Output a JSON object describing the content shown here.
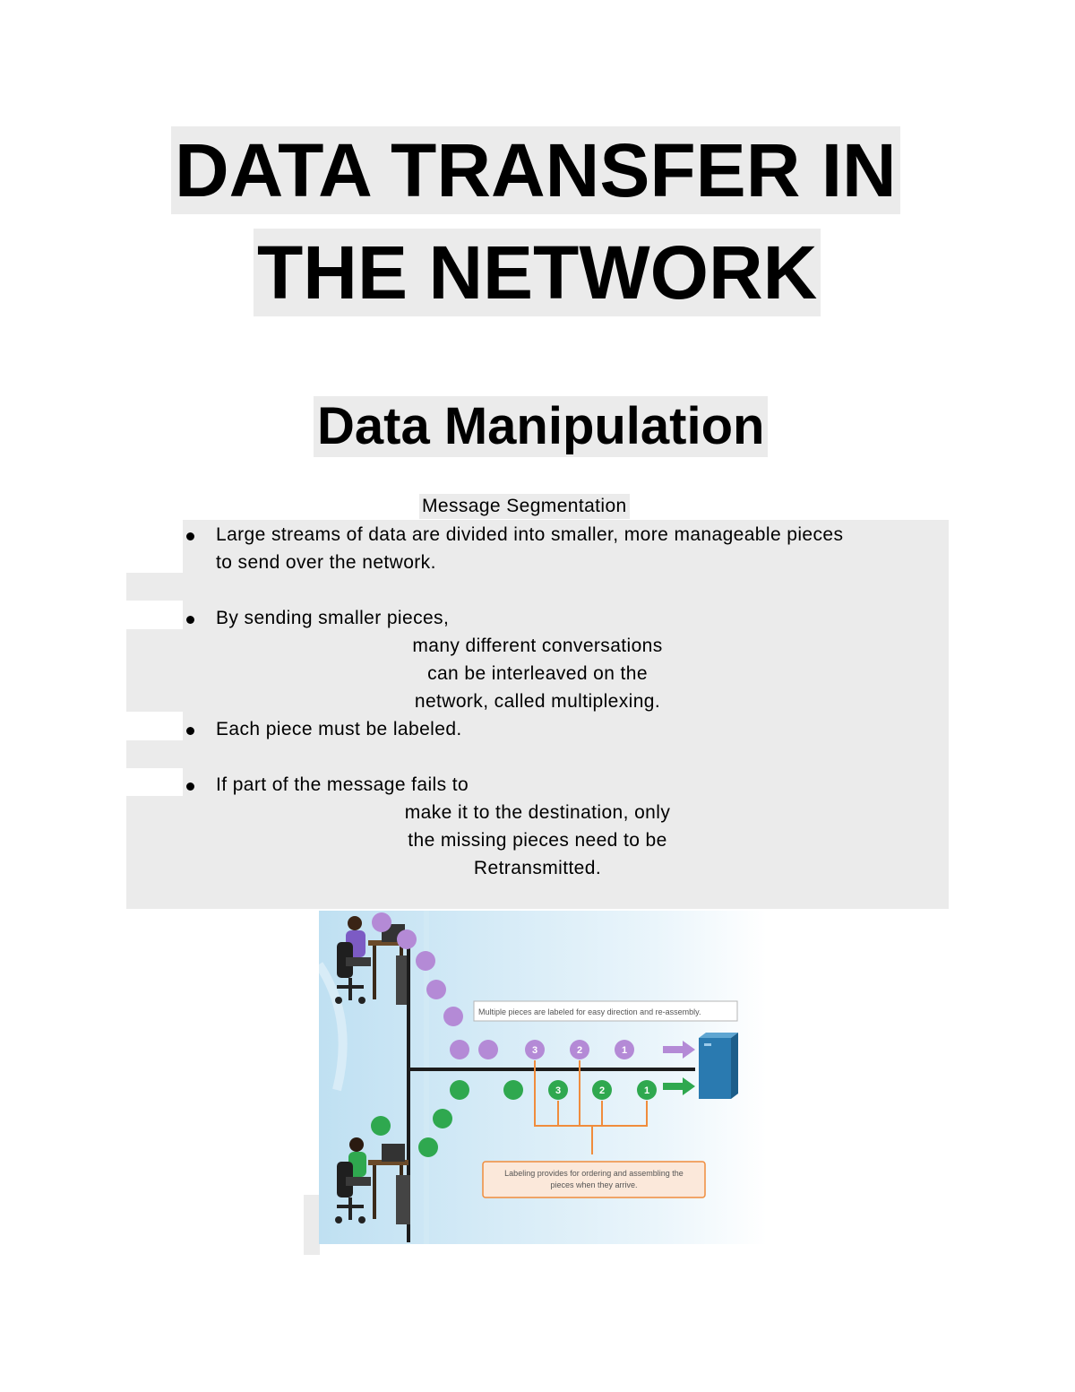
{
  "title": {
    "line1": "DATA TRANSFER IN",
    "line2": "THE NETWORK"
  },
  "subheading": "Data Manipulation",
  "section": {
    "heading": "Message Segmentation",
    "bullets": [
      {
        "lines": [
          "Large streams of data are divided into smaller, more manageable pieces",
          "to send over the network."
        ]
      },
      {
        "lines": [
          "By sending smaller pieces,",
          "many different conversations",
          "can be interleaved on the",
          "network, called multiplexing."
        ]
      },
      {
        "lines": [
          "Each piece must be labeled."
        ]
      },
      {
        "lines": [
          "If part of the message fails to",
          "make it to the destination, only",
          "the missing pieces need to be",
          "Retransmitted."
        ]
      }
    ]
  },
  "figure": {
    "callout_top": "Multiple pieces are labeled for easy direction and re-assembly.",
    "callout_bottom_line1": "Labeling provides for ordering and assembling the",
    "callout_bottom_line2": "pieces when they arrive.",
    "labels_purple": [
      "3",
      "2",
      "1"
    ],
    "labels_green": [
      "3",
      "2",
      "1"
    ],
    "colors": {
      "purple": "#b48ad6",
      "green": "#2fa84f",
      "orange": "#f08c3c",
      "server": "#2a7ab0",
      "background": "#d6ebf6"
    }
  }
}
